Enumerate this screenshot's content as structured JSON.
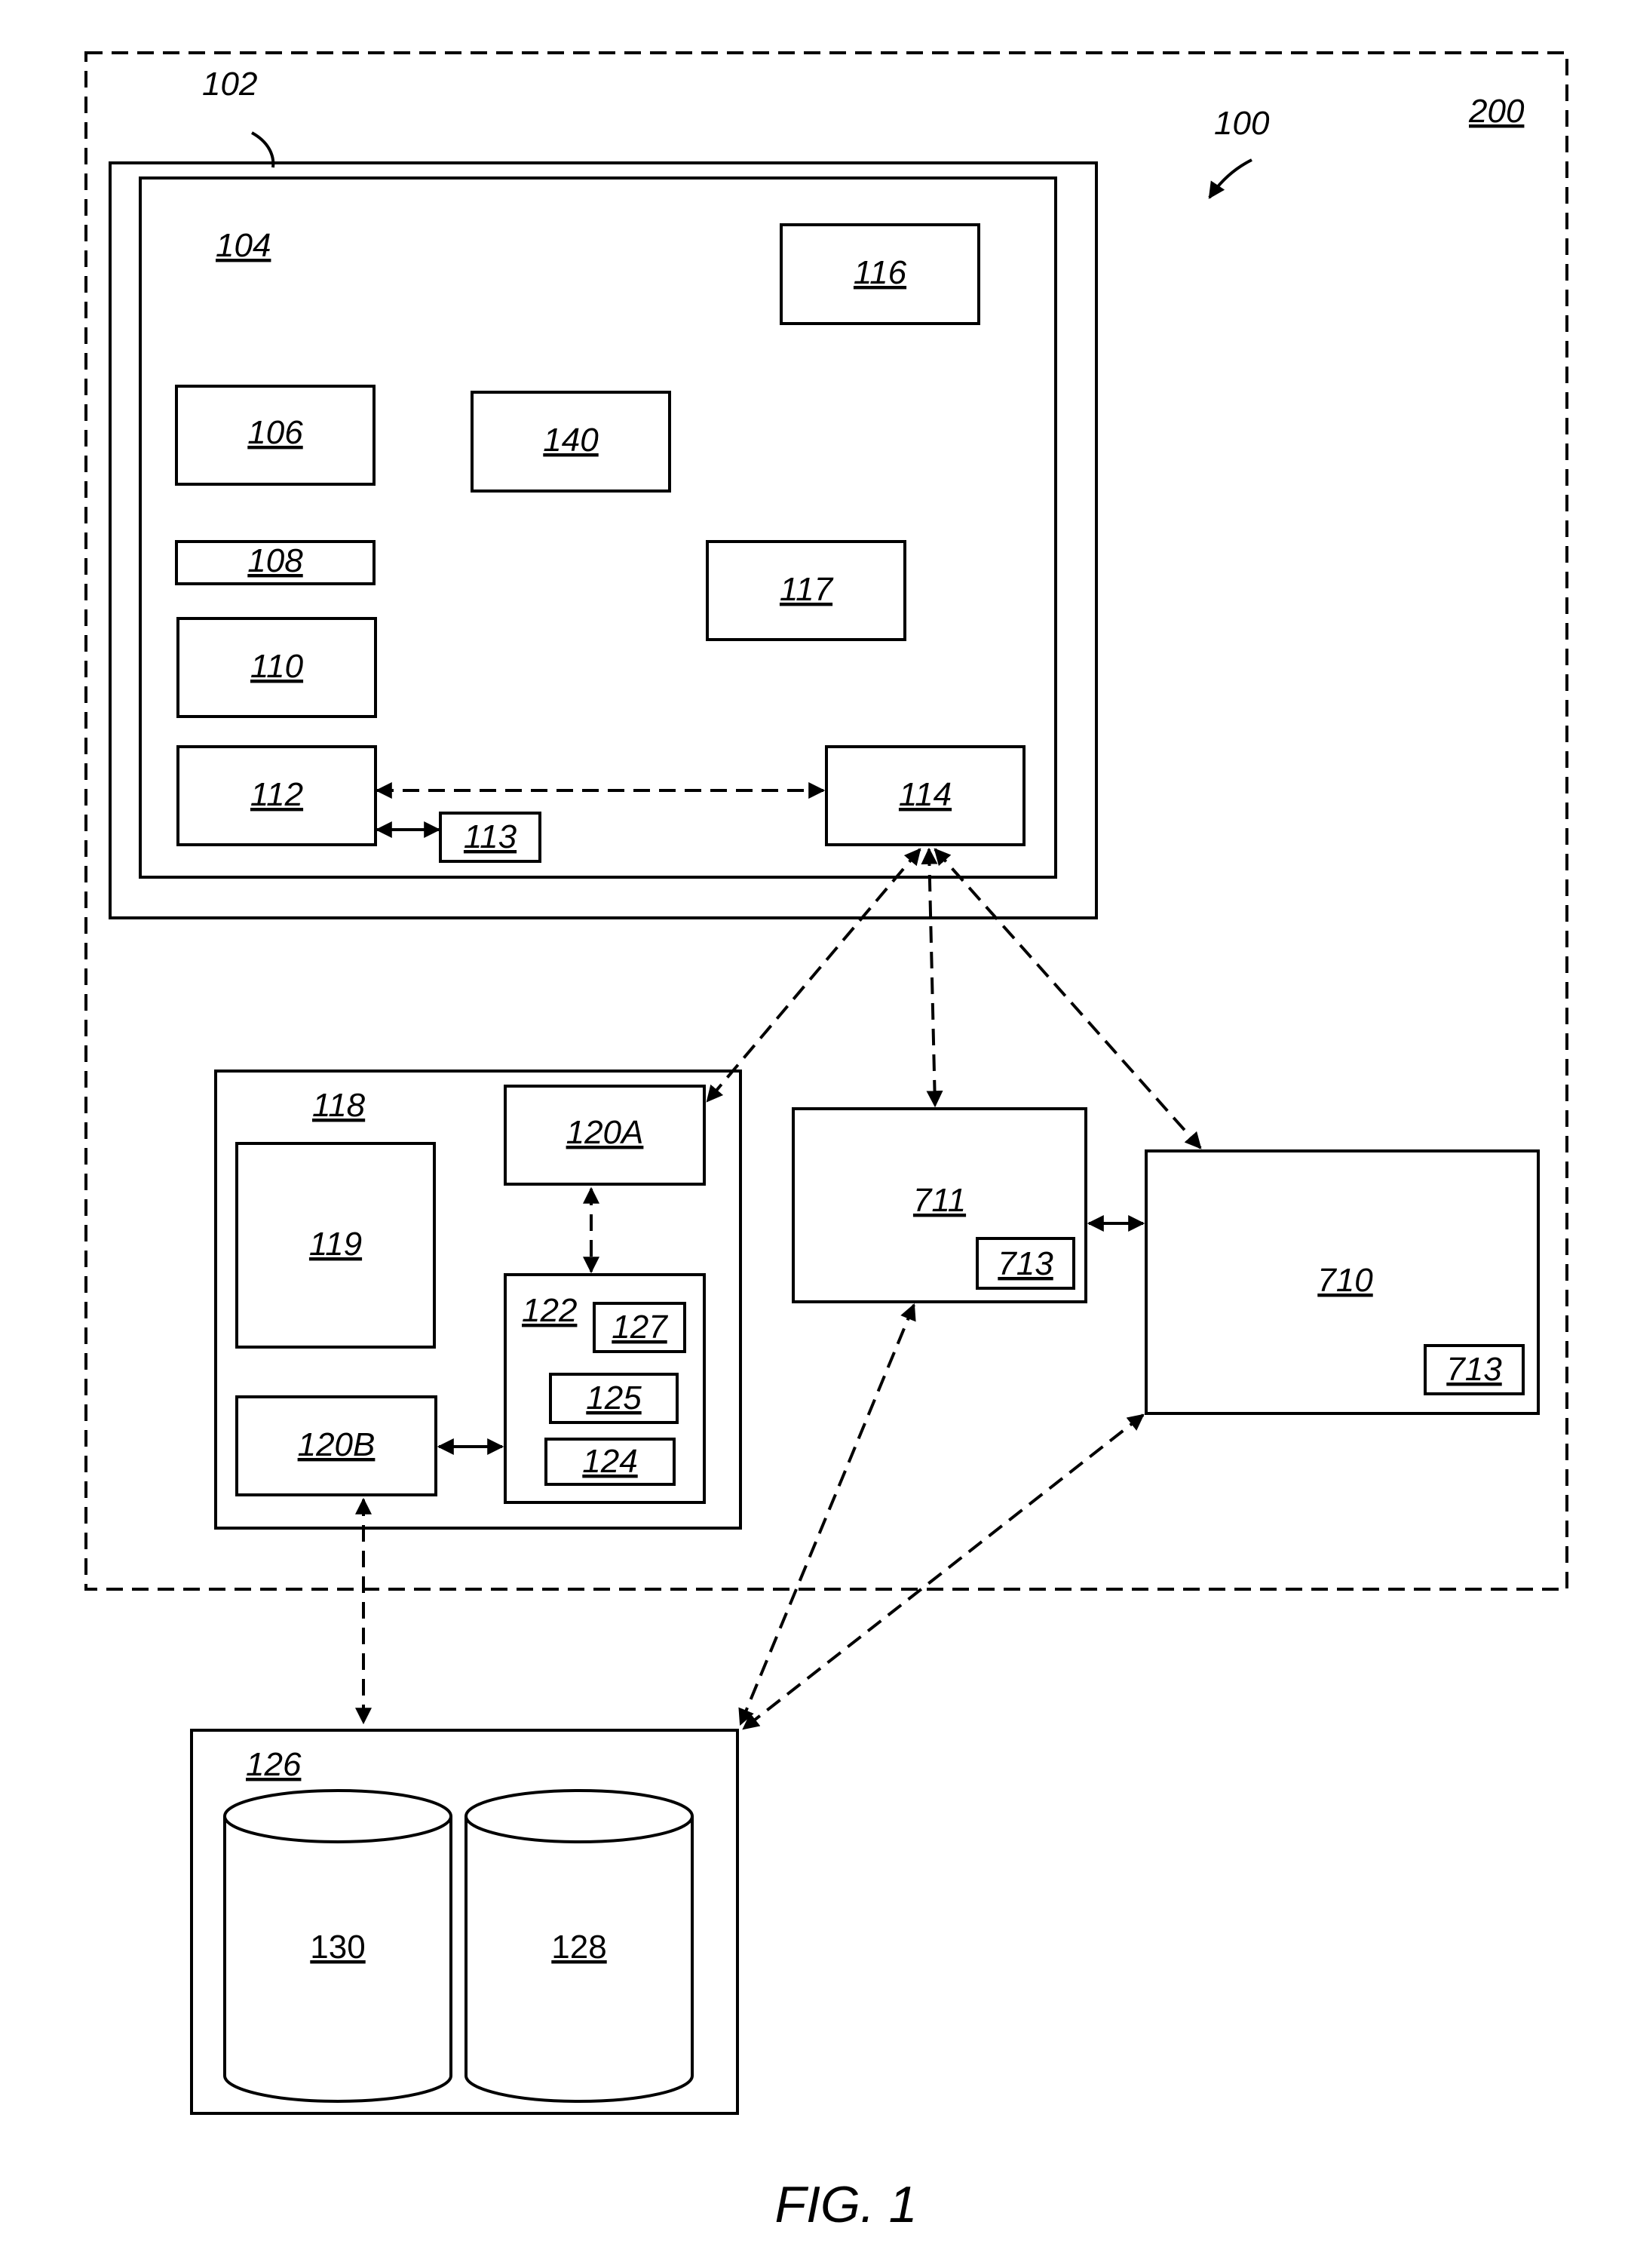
{
  "labels": {
    "system": "100",
    "environment": "200",
    "device": "102",
    "device_inner": "104",
    "comp_106": "106",
    "comp_108": "108",
    "comp_110": "110",
    "comp_112": "112",
    "comp_113": "113",
    "comp_114": "114",
    "comp_116": "116",
    "comp_117": "117",
    "comp_140": "140",
    "server": "118",
    "comp_119": "119",
    "comp_120a": "120A",
    "comp_120b": "120B",
    "comp_122": "122",
    "comp_127": "127",
    "comp_125": "125",
    "comp_124": "124",
    "node_711": "711",
    "node_711_sub": "713",
    "node_710": "710",
    "node_710_sub": "713",
    "storage": "126",
    "db_130": "130",
    "db_128": "128"
  },
  "caption": "FIG. 1"
}
